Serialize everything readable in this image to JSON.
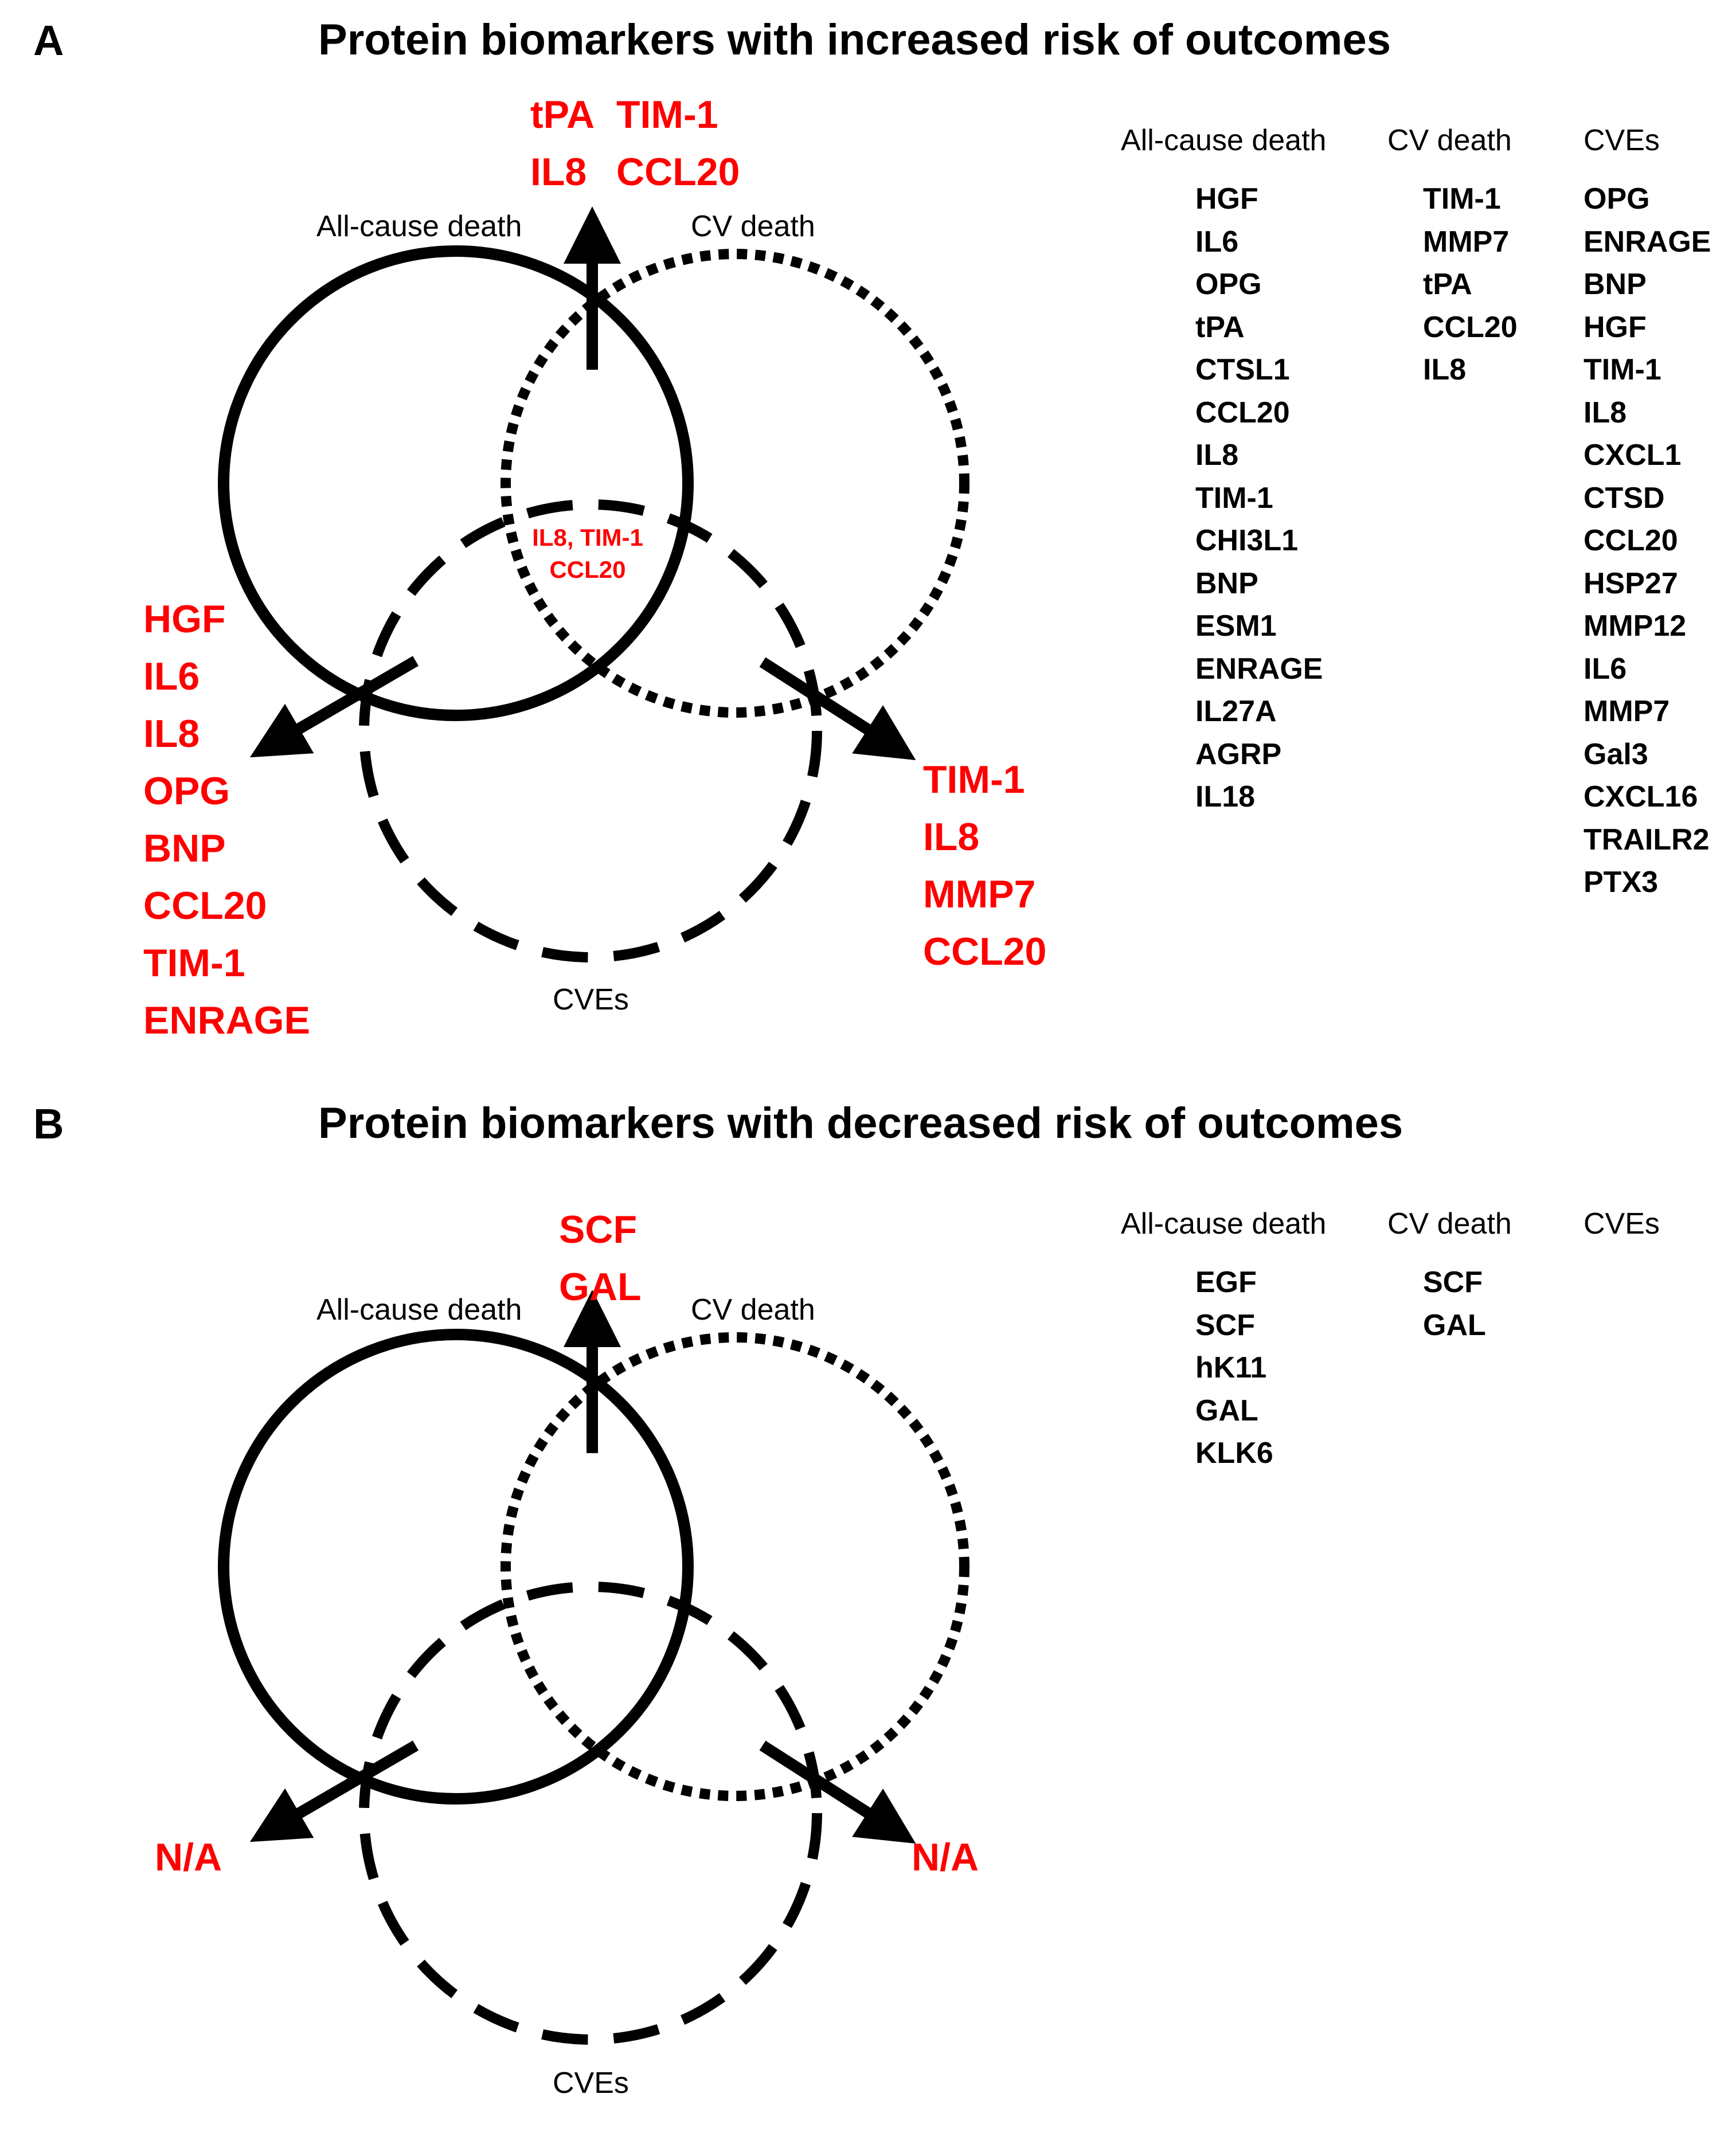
{
  "panels": [
    {
      "letter": "A",
      "title": "Protein biomarkers with increased risk of outcomes",
      "circles": {
        "all_cause": "All-cause death",
        "cv_death": "CV death",
        "cves": "CVEs"
      },
      "overlaps": {
        "all_cause_cv_death": [
          "tPA",
          "TIM-1",
          "IL8",
          "CCL20"
        ],
        "all_cause_cves": [
          "HGF",
          "IL6",
          "IL8",
          "OPG",
          "BNP",
          "CCL20",
          "TIM-1",
          "ENRAGE"
        ],
        "cv_death_cves": [
          "TIM-1",
          "IL8",
          "MMP7",
          "CCL20"
        ],
        "center_line1": "IL8, TIM-1",
        "center_line2": "CCL20"
      },
      "columns": [
        {
          "header": "All-cause death",
          "items": [
            "HGF",
            "IL6",
            "OPG",
            "tPA",
            "CTSL1",
            "CCL20",
            "IL8",
            "TIM-1",
            "CHI3L1",
            "BNP",
            "ESM1",
            "ENRAGE",
            "IL27A",
            "AGRP",
            "IL18"
          ]
        },
        {
          "header": "CV death",
          "items": [
            "TIM-1",
            "MMP7",
            "tPA",
            "CCL20",
            "IL8"
          ]
        },
        {
          "header": "CVEs",
          "items": [
            "OPG",
            "ENRAGE",
            "BNP",
            "HGF",
            "TIM-1",
            "IL8",
            "CXCL1",
            "CTSD",
            "CCL20",
            "HSP27",
            "MMP12",
            "IL6",
            "MMP7",
            "Gal3",
            "CXCL16",
            "TRAILR2",
            "PTX3"
          ]
        }
      ]
    },
    {
      "letter": "B",
      "title": "Protein biomarkers with decreased risk of outcomes",
      "circles": {
        "all_cause": "All-cause death",
        "cv_death": "CV death",
        "cves": "CVEs"
      },
      "overlaps": {
        "all_cause_cv_death": [
          "SCF",
          "GAL"
        ],
        "all_cause_cves": [
          "N/A"
        ],
        "cv_death_cves": [
          "N/A"
        ]
      },
      "columns": [
        {
          "header": "All-cause death",
          "items": [
            "EGF",
            "SCF",
            "hK11",
            "GAL",
            "KLK6"
          ]
        },
        {
          "header": "CV death",
          "items": [
            "SCF",
            "GAL"
          ]
        },
        {
          "header": "CVEs",
          "items": []
        }
      ]
    }
  ]
}
